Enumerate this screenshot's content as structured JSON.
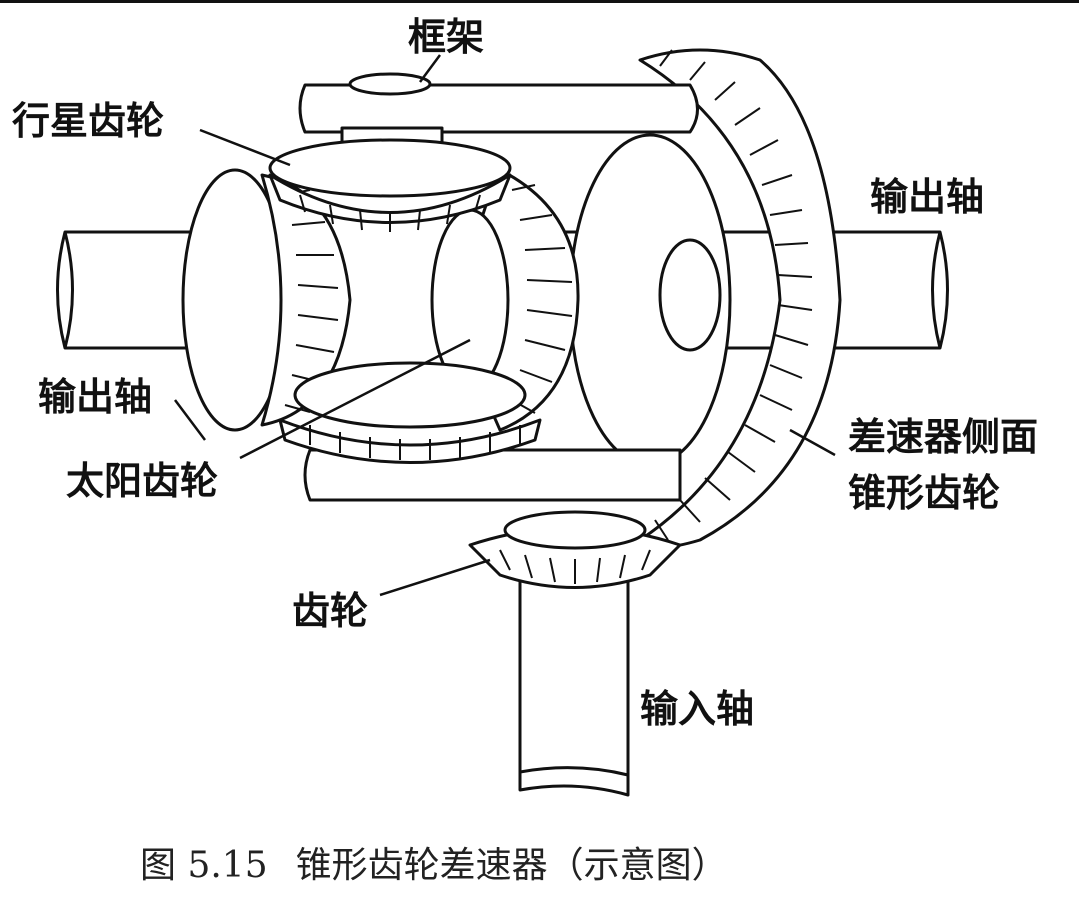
{
  "labels": {
    "frame": "框架",
    "planet_gear": "行星齿轮",
    "output_shaft_right": "输出轴",
    "output_shaft_left": "输出轴",
    "sun_gear": "太阳齿轮",
    "side_bevel_gear_line1": "差速器侧面",
    "side_bevel_gear_line2": "锥形齿轮",
    "gear": "齿轮",
    "input_shaft": "输入轴"
  },
  "caption": {
    "figure_number": "图 5.15",
    "title": "锥形齿轮差速器（示意图）"
  }
}
